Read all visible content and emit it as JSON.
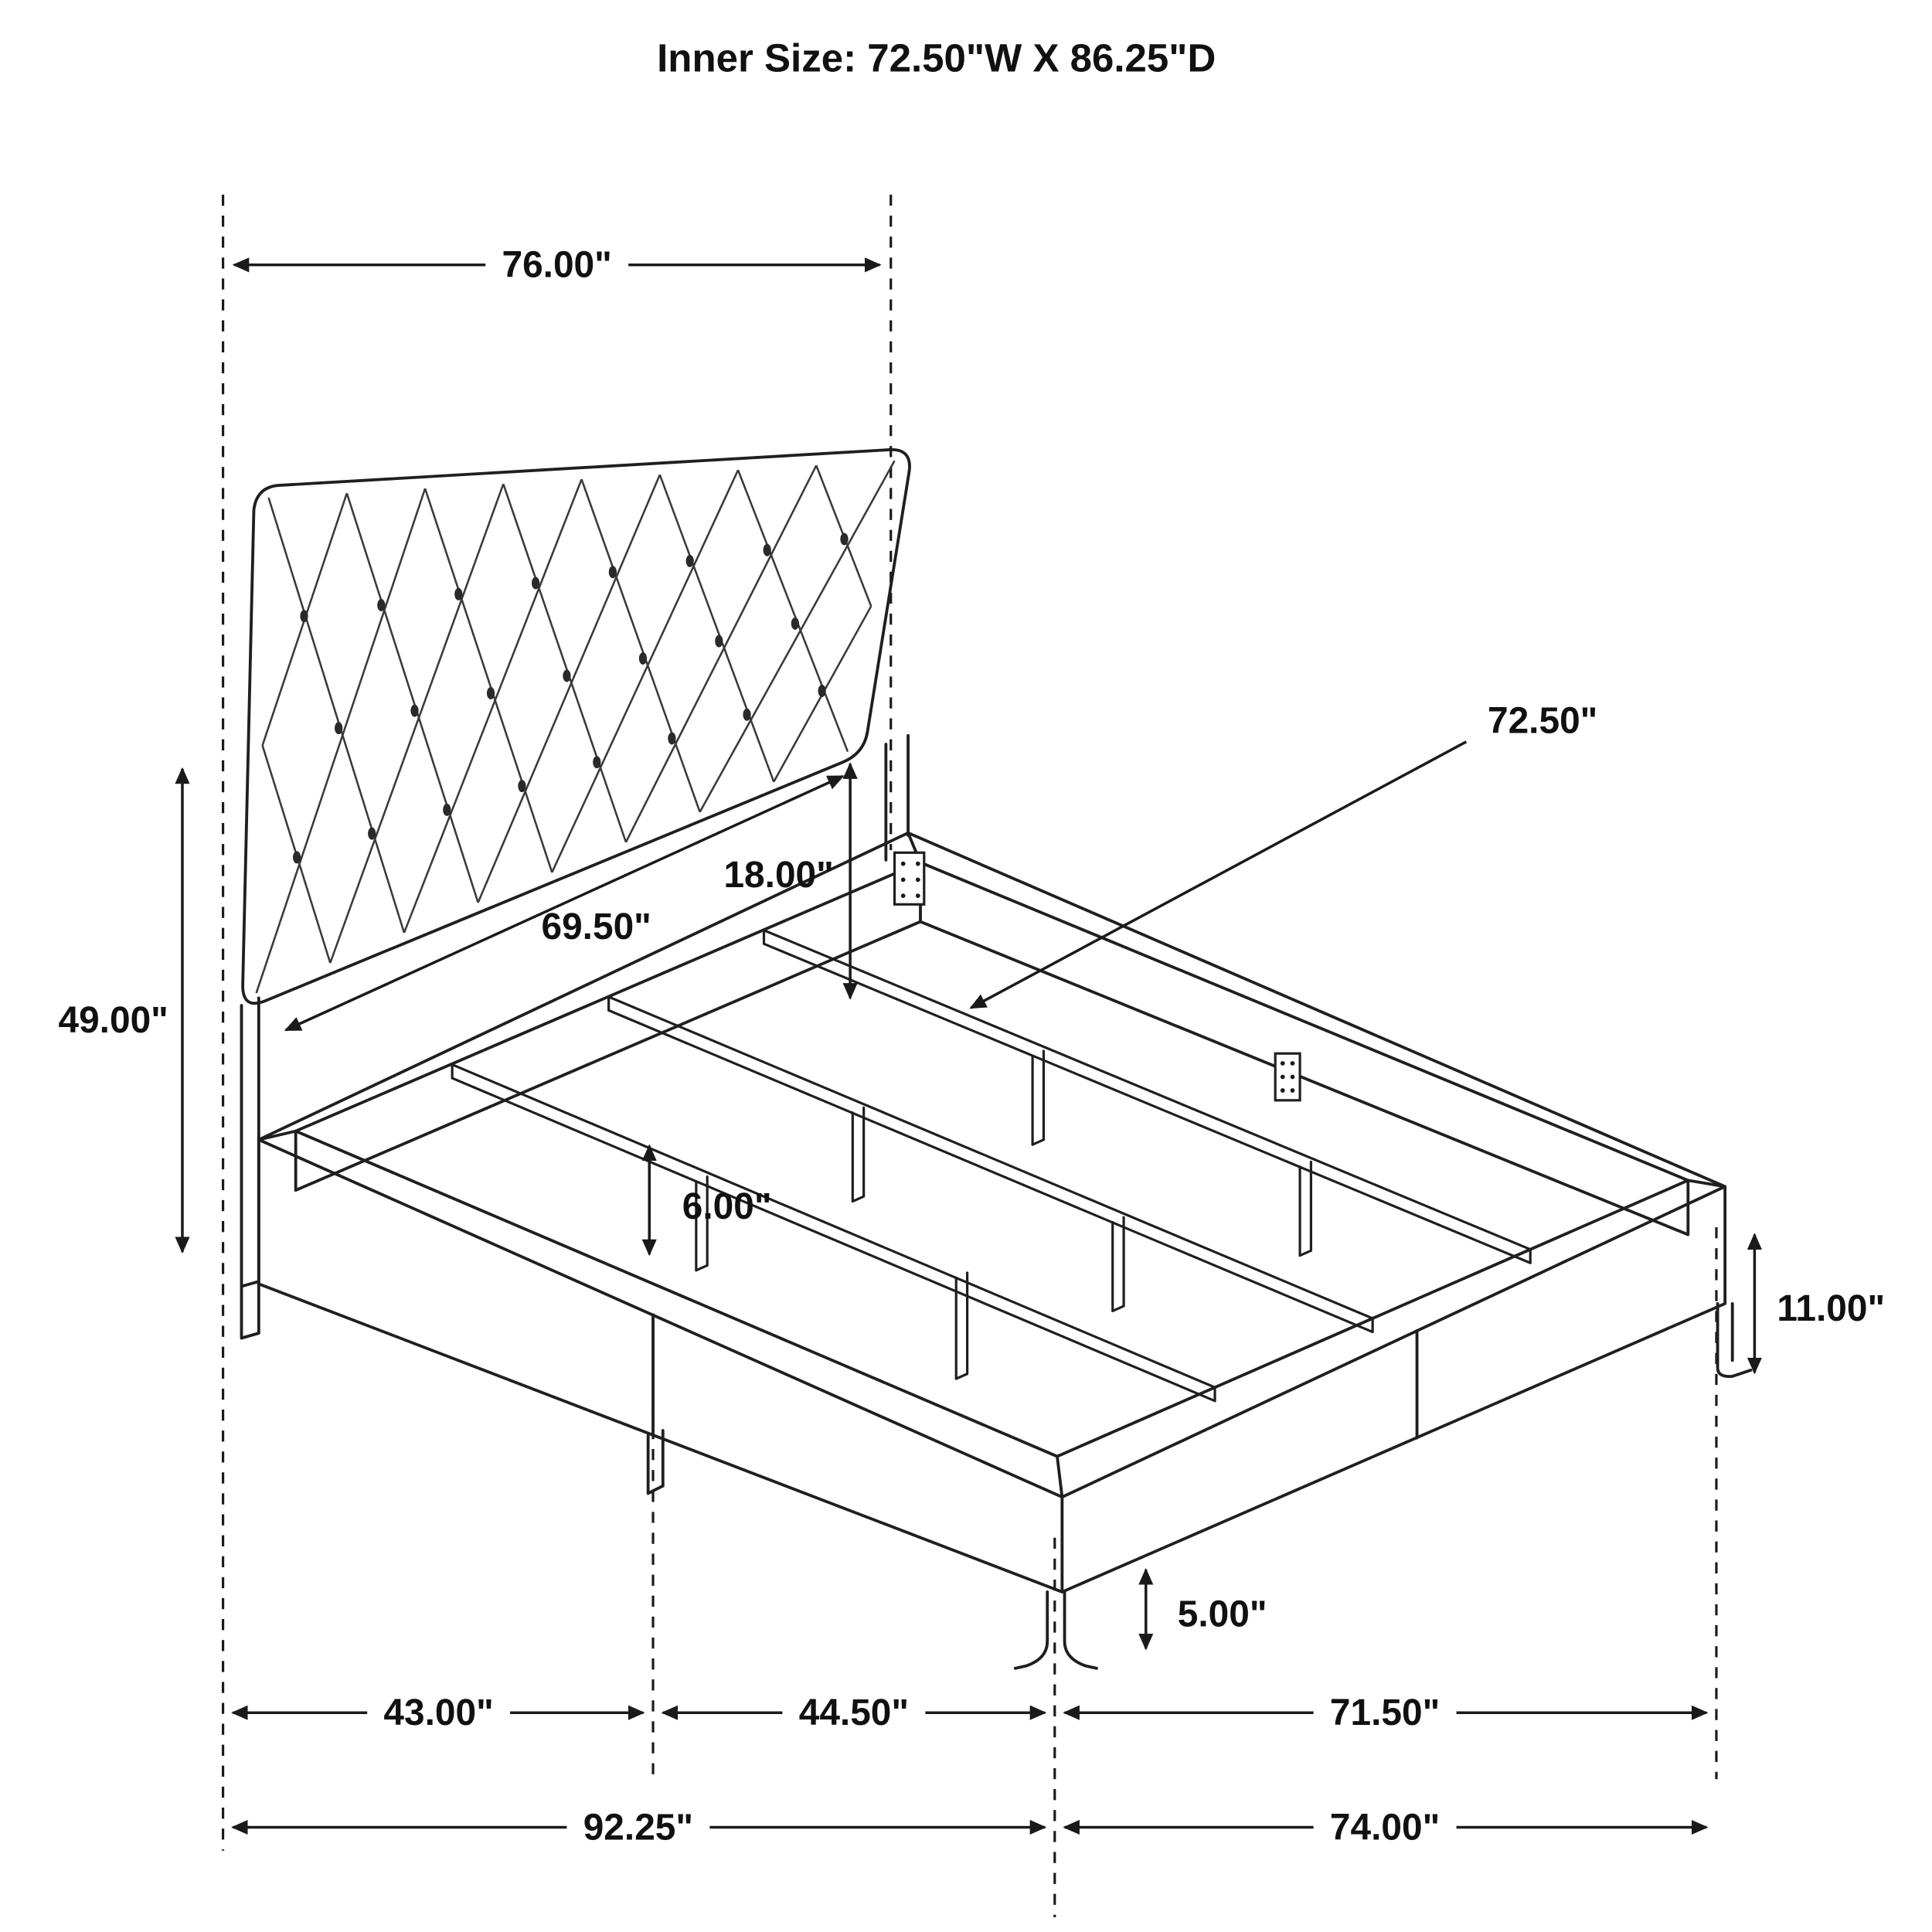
{
  "title": "Inner Size: 72.50\"W X 86.25\"D",
  "dims": {
    "headboard_width": "76.00\"",
    "panel_width": "69.50\"",
    "headboard_height": "49.00\"",
    "headboard_to_rail": "18.00\"",
    "inner_width": "72.50\"",
    "slat_leg_height": "6.00\"",
    "side_rail_height": "11.00\"",
    "leg_height": "5.00\"",
    "segment_left": "43.00\"",
    "segment_middle": "44.50\"",
    "segment_right": "71.50\"",
    "overall_length": "92.25\"",
    "overall_width": "74.00\""
  }
}
